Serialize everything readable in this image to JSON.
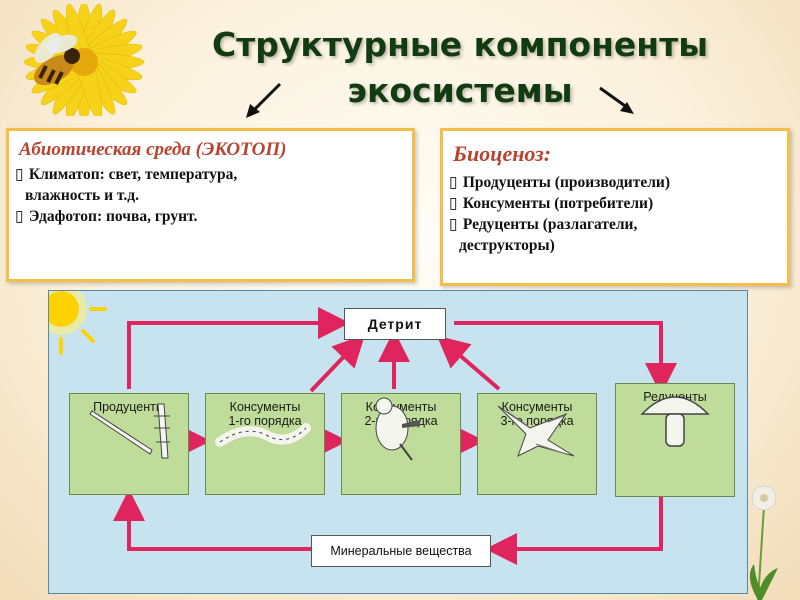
{
  "title": {
    "line1": "Структурные компоненты",
    "line2": "экосистемы"
  },
  "abiotic": {
    "heading": "Абиотическая среда (ЭКОТОП)",
    "item1_line1": "Климатоп: свет, температура,",
    "item1_line2": "влажность и т.д.",
    "item2": "Эдафотоп: почва, грунт."
  },
  "biotic": {
    "heading": "Биоценоз:",
    "item1": "Продуценты (производители)",
    "item2": "Консументы (потребители)",
    "item3_line1": "Редуценты (разлагатели,",
    "item3_line2": "деструкторы)"
  },
  "diagram": {
    "detrit": "Детрит",
    "minerals": "Минеральные вещества",
    "nodes": [
      {
        "label": "Продуценты",
        "icon": "plant-icon"
      },
      {
        "label": "Консументы\n1-го порядка",
        "icon": "caterpillar-icon"
      },
      {
        "label": "Консументы\n2-го порядка",
        "icon": "bird-icon"
      },
      {
        "label": "Консументы\n3-го порядка",
        "icon": "hawk-icon"
      },
      {
        "label": "Редуценты",
        "icon": "mushroom-icon"
      }
    ]
  },
  "colors": {
    "arrow": "#e0245e",
    "card": "#bfdc9a",
    "diagram_bg": "#c7e3f0",
    "box_border": "#f2c04a",
    "heading": "#b8432f",
    "title": "#123b12"
  }
}
